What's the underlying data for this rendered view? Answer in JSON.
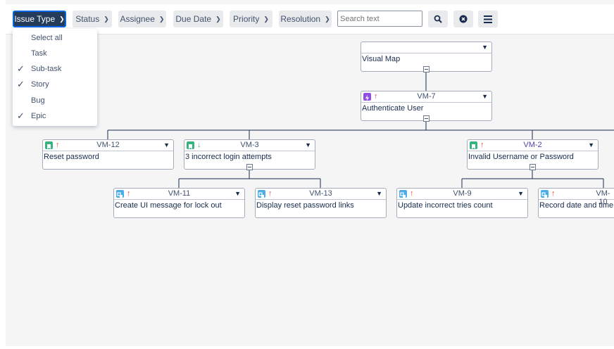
{
  "toolbar": {
    "filters": [
      {
        "label": "Issue Type",
        "active": true
      },
      {
        "label": "Status",
        "active": false
      },
      {
        "label": "Assignee",
        "active": false
      },
      {
        "label": "Due Date",
        "active": false
      },
      {
        "label": "Priority",
        "active": false
      },
      {
        "label": "Resolution",
        "active": false
      }
    ],
    "search_placeholder": "Search text",
    "search_icon": "search-icon",
    "clear_icon": "clear-circle-icon",
    "menu_icon": "hamburger-menu-icon"
  },
  "issue_type_menu": {
    "items": [
      {
        "label": "Select all",
        "checked": false
      },
      {
        "label": "Task",
        "checked": false
      },
      {
        "label": "Sub-task",
        "checked": true
      },
      {
        "label": "Story",
        "checked": true
      },
      {
        "label": "Bug",
        "checked": false
      },
      {
        "label": "Epic",
        "checked": true
      }
    ]
  },
  "colors": {
    "active_filter_bg": "#243b5a",
    "story_green": "#36b37e",
    "subtask_blue": "#4bade8",
    "epic_purple": "#904ee2",
    "priority_high": "#e5493a",
    "priority_low": "#36b37e"
  },
  "map": {
    "root": {
      "key": "",
      "summary": "Visual Map"
    },
    "nodes": [
      {
        "id": "vm7",
        "key": "VM-7",
        "summary": "Authenticate User",
        "type": "epic",
        "priority": "high"
      },
      {
        "id": "vm12",
        "key": "VM-12",
        "summary": "Reset password",
        "type": "story",
        "priority": "high"
      },
      {
        "id": "vm3",
        "key": "VM-3",
        "summary": "3 incorrect login attempts",
        "type": "story",
        "priority": "low"
      },
      {
        "id": "vm2",
        "key": "VM-2",
        "summary": "Invalid Username or Password",
        "type": "story",
        "priority": "high"
      },
      {
        "id": "vm11",
        "key": "VM-11",
        "summary": "Create UI message for lock out",
        "type": "subtask",
        "priority": "high"
      },
      {
        "id": "vm13",
        "key": "VM-13",
        "summary": "Display reset password links",
        "type": "subtask",
        "priority": "high"
      },
      {
        "id": "vm9",
        "key": "VM-9",
        "summary": "Update incorrect tries count",
        "type": "subtask",
        "priority": "high"
      },
      {
        "id": "vm10",
        "key": "VM-10",
        "summary": "Record date and time",
        "type": "subtask",
        "priority": "high"
      }
    ]
  }
}
